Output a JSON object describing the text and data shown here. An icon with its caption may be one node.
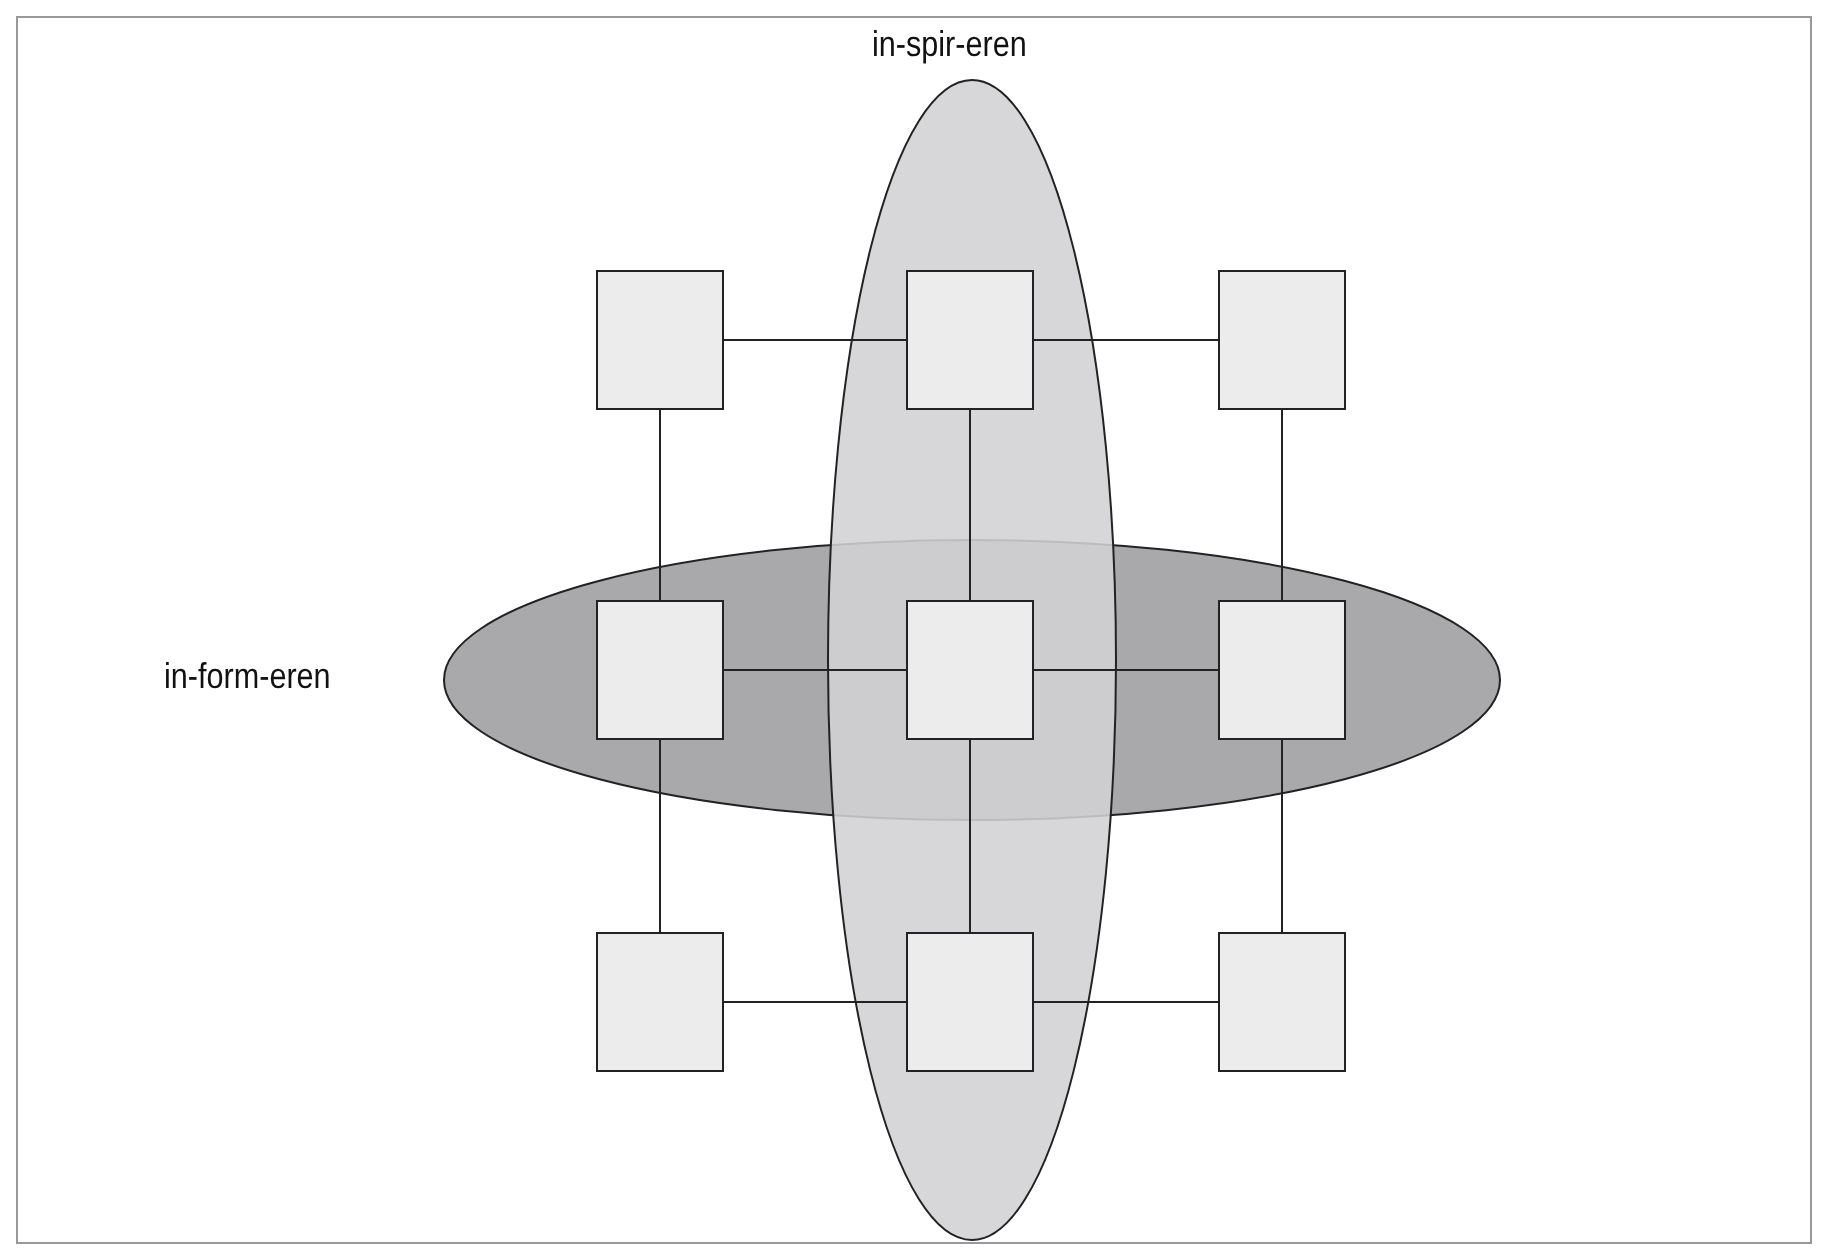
{
  "diagram": {
    "nodes": [
      {
        "text": [
          "in-spir-eren"
        ]
      },
      {
        "text": [
          "in-form-eren"
        ]
      },
      {
        "text": [],
        "shape": "box"
      },
      {
        "text": [],
        "shape": "box",
        "in": 0
      },
      {
        "text": [],
        "shape": "box"
      },
      {
        "text": [],
        "shape": "box",
        "in": 1
      },
      {
        "text": [],
        "shape": "box"
      },
      {
        "text": [],
        "shape": "box",
        "in": 1
      },
      {
        "text": [],
        "shape": "box"
      },
      {
        "text": [],
        "shape": "box",
        "in": 0
      },
      {
        "text": [],
        "shape": "box"
      }
    ],
    "edges": [
      {
        "from": 2,
        "to": 3,
        "arrow": "none"
      },
      {
        "from": 3,
        "to": 4,
        "arrow": "none"
      },
      {
        "from": 2,
        "to": 5,
        "arrow": "none"
      },
      {
        "from": 3,
        "to": 6,
        "arrow": "none"
      },
      {
        "from": 4,
        "to": 7,
        "arrow": "none"
      },
      {
        "from": 5,
        "to": 6,
        "arrow": "none"
      },
      {
        "from": 6,
        "to": 7,
        "arrow": "none"
      },
      {
        "from": 5,
        "to": 8,
        "arrow": "none"
      },
      {
        "from": 6,
        "to": 9,
        "arrow": "none"
      },
      {
        "from": 7,
        "to": 10,
        "arrow": "none"
      },
      {
        "from": 8,
        "to": 9,
        "arrow": "none"
      },
      {
        "from": 9,
        "to": 10,
        "arrow": "none"
      }
    ]
  }
}
